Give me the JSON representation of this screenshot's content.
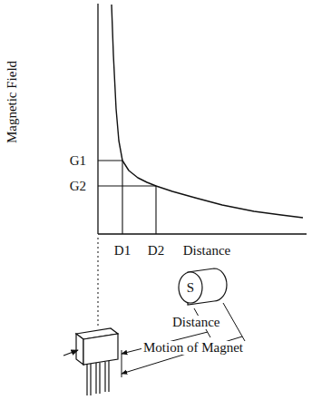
{
  "diagram": {
    "nodes": [
      {
        "text": [
          "S"
        ]
      }
    ],
    "labels": [
      "Magnetic Field",
      "G1",
      "G2",
      "D1",
      "D2",
      "Distance",
      "Distance",
      "Motion of Magnet"
    ]
  }
}
